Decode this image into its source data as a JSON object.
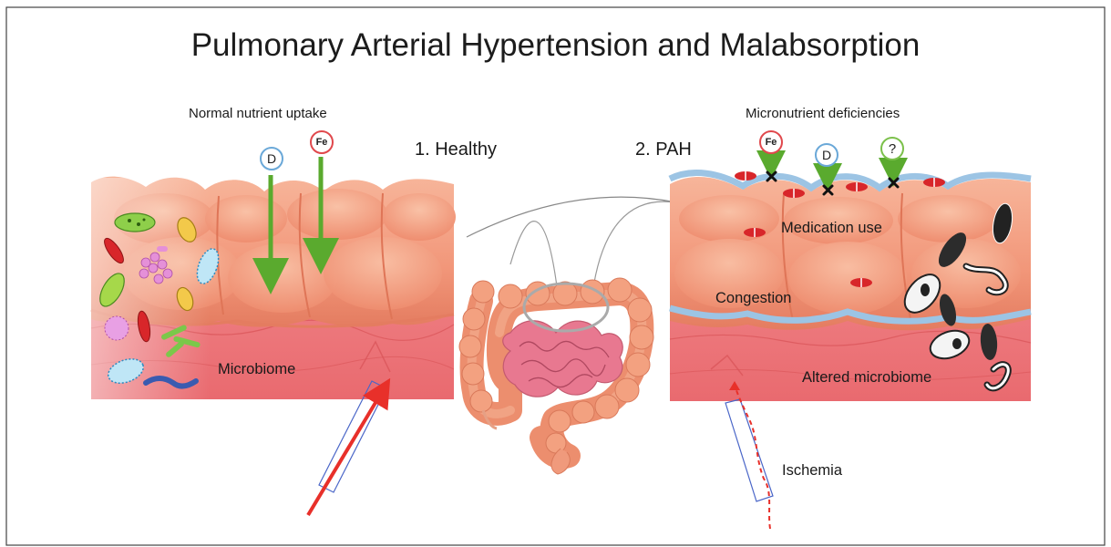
{
  "title": "Pulmonary Arterial Hypertension and Malabsorption",
  "healthy": {
    "heading": "1. Healthy",
    "uptake_label": "Normal nutrient uptake",
    "microbiome_label": "Microbiome",
    "nutrients": [
      "D",
      "Fe"
    ]
  },
  "pah": {
    "heading": "2. PAH",
    "deficiency_label": "Micronutrient deficiencies",
    "medication_label": "Medication use",
    "congestion_label": "Congestion",
    "microbiome_label": "Altered microbiome",
    "ischemia_label": "Ischemia",
    "nutrients": [
      "Fe",
      "D",
      "?"
    ]
  },
  "colors": {
    "colon": "#f2977a",
    "colon_dark": "#df7557",
    "mucosa": "#ea6f73",
    "arrow_green": "#5aaa2e",
    "artery_red": "#e8302a",
    "congestion_blue": "#9cc4e4",
    "pill_red": "#d8262a"
  }
}
